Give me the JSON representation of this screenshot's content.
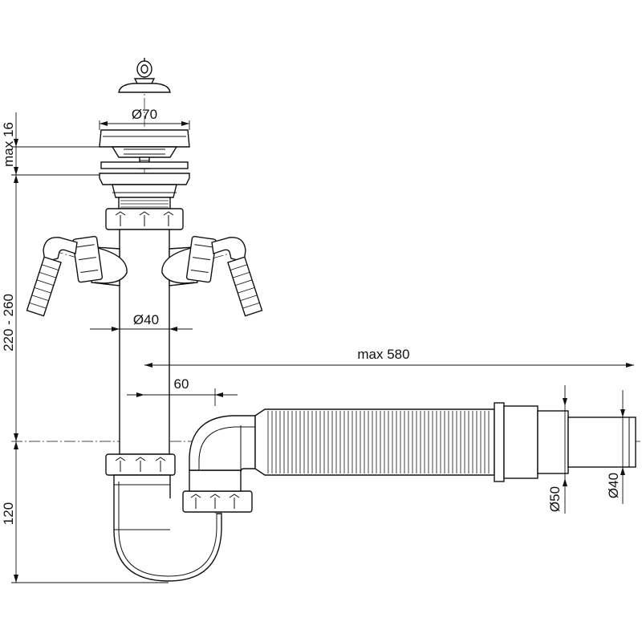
{
  "dimensions": {
    "plug_diameter": "Ø70",
    "max_depth": "max 16",
    "height_range": "220 - 260",
    "tube_diameter": "Ø40",
    "max_length": "max 580",
    "offset": "60",
    "trap_height": "120",
    "outlet_diameter_large": "Ø50",
    "outlet_diameter_small": "Ø40"
  },
  "colors": {
    "line": "#111111",
    "fill": "#ffffff"
  }
}
